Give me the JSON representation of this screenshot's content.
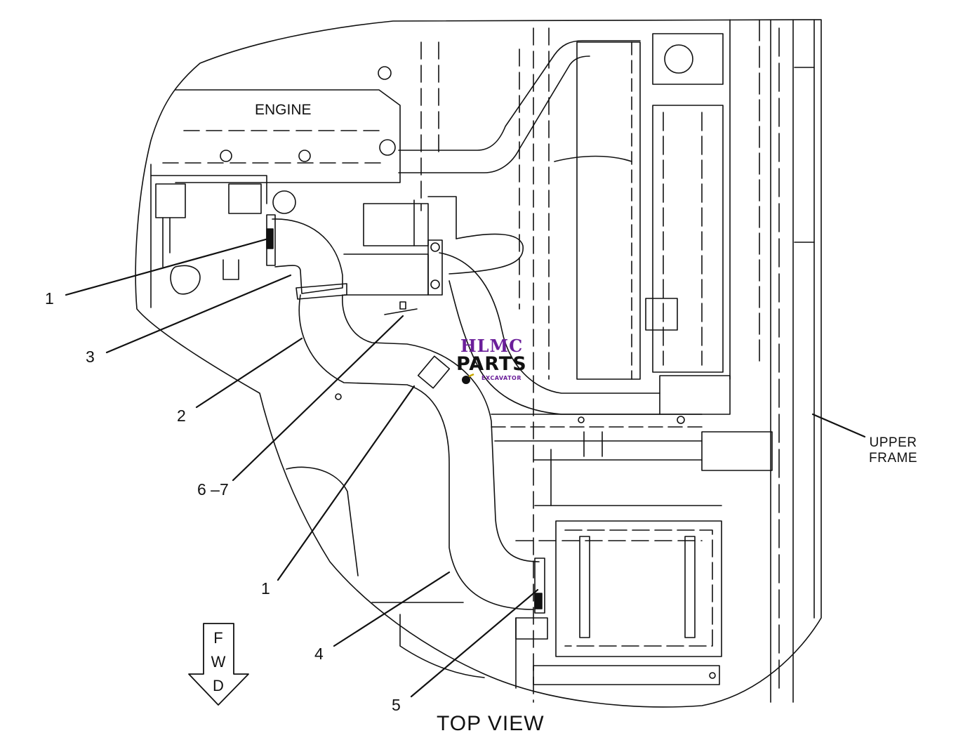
{
  "labels": {
    "engine": "ENGINE",
    "upper_frame_line1": "UPPER",
    "upper_frame_line2": "FRAME",
    "view_title": "TOP VIEW"
  },
  "fwd_arrow": {
    "letters": [
      "F",
      "W",
      "D"
    ]
  },
  "callouts": [
    "1",
    "3",
    "2",
    "6 –7",
    "1",
    "4",
    "5"
  ],
  "watermark": {
    "line1": "HLMC",
    "line2": "PARTS",
    "line3": "EXCAVATOR"
  },
  "colors": {
    "line": "#111111",
    "watermark_purple": "#6b1f9a",
    "background": "#ffffff"
  }
}
